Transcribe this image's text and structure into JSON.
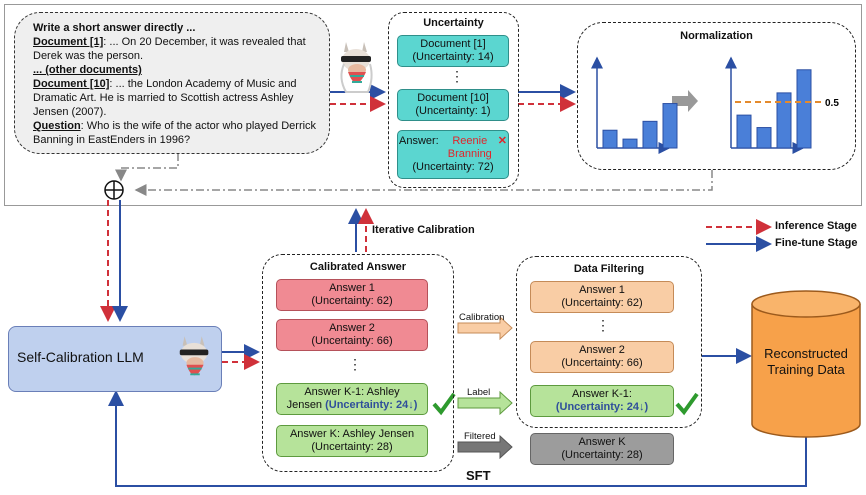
{
  "prompt": {
    "line1": "Write a short answer directly ...",
    "doc1_label": "Document [1]",
    "doc1_text": ": ...  On 20 December, it was revealed that Derek was the person.",
    "other_docs": "... (other documents)",
    "doc10_label": "Document [10]",
    "doc10_text": ": ... the London Academy of Music and Dramatic Art. He is married to Scottish actress Ashley Jensen (2007).",
    "question_label": "Question",
    "question_text": ": Who is the wife of the actor who played Derrick Banning in EastEnders in 1996?"
  },
  "uncertainty": {
    "title": "Uncertainty",
    "doc1": [
      "Document [1]",
      "(Uncertainty: 14)"
    ],
    "doc10": [
      "Document [10]",
      "(Uncertainty: 1)"
    ],
    "answer_label": "Answer:",
    "answer_value": "Reenie Branning",
    "answer_uncertainty": "(Uncertainty: 72)",
    "dots": "⋮"
  },
  "normalization": {
    "title": "Normalization",
    "threshold_label": "0.5"
  },
  "legend": {
    "inference": "Inference Stage",
    "finetune": "Fine-tune Stage"
  },
  "iterative_label": "Iterative Calibration",
  "llm_label": "Self-Calibration LLM",
  "calibrated": {
    "title": "Calibrated Answer",
    "a1": [
      "Answer 1",
      "(Uncertainty: 62)"
    ],
    "a2": [
      "Answer 2",
      "(Uncertainty: 66)"
    ],
    "ak1_line1": "Answer K-1: Ashley",
    "ak1_line2a": "Jensen ",
    "ak1_line2b": "(Uncertainty: 24↓)",
    "ak": [
      "Answer K: Ashley Jensen",
      "(Uncertainty: 28)"
    ],
    "dots": "⋮"
  },
  "arrow_labels": {
    "calibration": "Calibration",
    "label": "Label",
    "filtered": "Filtered"
  },
  "filtering": {
    "title": "Data Filtering",
    "a1": [
      "Answer 1",
      "(Uncertainty: 62)"
    ],
    "a2": [
      "Answer 2",
      "(Uncertainty: 66)"
    ],
    "ak1": [
      "Answer K-1:",
      "(Uncertainty: 24↓)"
    ],
    "ak": [
      "Answer K",
      "(Uncertainty: 28)"
    ],
    "dots": "⋮"
  },
  "training_data": [
    "Reconstructed",
    "Training Data"
  ],
  "sft_label": "SFT",
  "chart_data": [
    {
      "type": "bar",
      "values": [
        2,
        1,
        3,
        5
      ]
    },
    {
      "type": "bar",
      "values": [
        3.7,
        2.3,
        6.2,
        8.8
      ],
      "threshold": 0.5
    }
  ],
  "colors": {
    "red_dash": "#d0313a",
    "blue": "#2b4fa3",
    "bar": "#4a7fd8",
    "threshold": "#e48a2c"
  }
}
